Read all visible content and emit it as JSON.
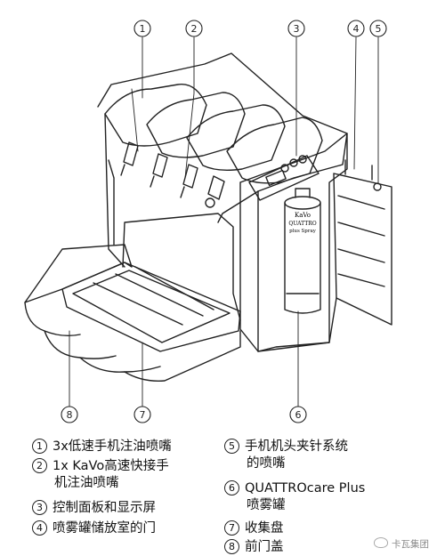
{
  "callouts": [
    "1",
    "2",
    "3",
    "4",
    "5",
    "6",
    "7",
    "8"
  ],
  "legend": [
    {
      "num": "1",
      "text": "3x低速手机注油喷嘴",
      "cont": ""
    },
    {
      "num": "2",
      "text": "1x KaVo高速快接手",
      "cont": "机注油喷嘴"
    },
    {
      "num": "3",
      "text": "控制面板和显示屏",
      "cont": ""
    },
    {
      "num": "4",
      "text": "喷雾罐储放室的门",
      "cont": ""
    },
    {
      "num": "5",
      "text": "手机机头夹针系统",
      "cont": "的喷嘴"
    },
    {
      "num": "6",
      "text": "QUATTROcare Plus",
      "cont": "喷雾罐"
    },
    {
      "num": "7",
      "text": "收集盘",
      "cont": ""
    },
    {
      "num": "8",
      "text": "前门盖",
      "cont": ""
    }
  ],
  "can_label": [
    "KaVo",
    "QUATTRO",
    "plus Spray"
  ],
  "watermark": "卡瓦集团"
}
